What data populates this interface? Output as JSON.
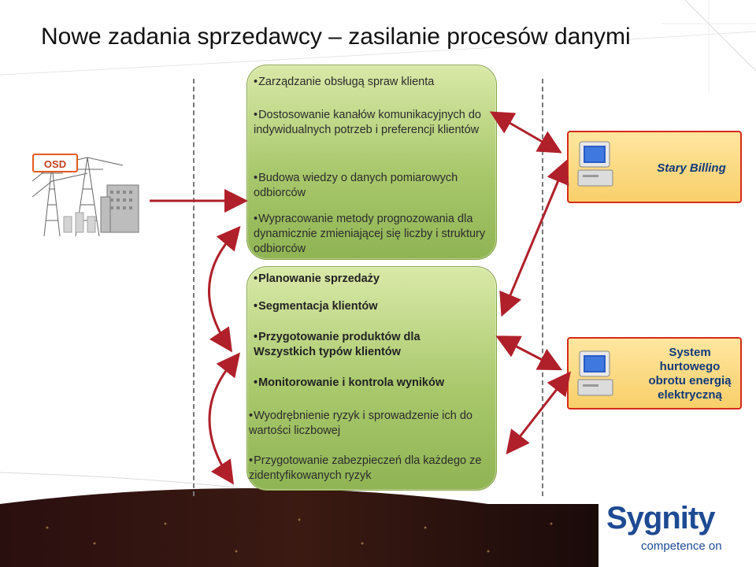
{
  "slide": {
    "title": "Nowe zadania sprzedawcy – zasilanie procesów danymi"
  },
  "left": {
    "badge": "OSD",
    "picture": "power-plant-illustration"
  },
  "panels": {
    "top": [
      "Zarządzanie obsługą spraw klienta",
      "Dostosowanie kanałów komunikacyjnych do indywidualnych potrzeb i preferencji klientów",
      "Budowa wiedzy o danych pomiarowych odbiorców",
      "Wypracowanie metody prognozowania dla dynamicznie zmieniającej się liczby i struktury odbiorców"
    ],
    "bottom": [
      "Planowanie sprzedaży",
      "Segmentacja klientów",
      "Przygotowanie produktów dla Wszystkich typów klientów",
      "Monitorowanie i kontrola wyników",
      "Wyodrębnienie ryzyk i sprowadzenie ich do wartości liczbowej",
      "Przygotowanie zabezpieczeń dla każdego ze zidentyfikowanych ryzyk"
    ]
  },
  "systems": {
    "a": "Stary Billing",
    "b": "System hurtowego obrotu energią elektryczną",
    "icon": "computer-icon"
  },
  "brand": {
    "name": "Sygnity",
    "tagline": "competence on",
    "color": "#1d4a93"
  },
  "colors": {
    "panel": "#a9c86c",
    "box_border": "#d62a1b",
    "box_fill": "#f8cf6a",
    "arrow": "#b0202a"
  }
}
